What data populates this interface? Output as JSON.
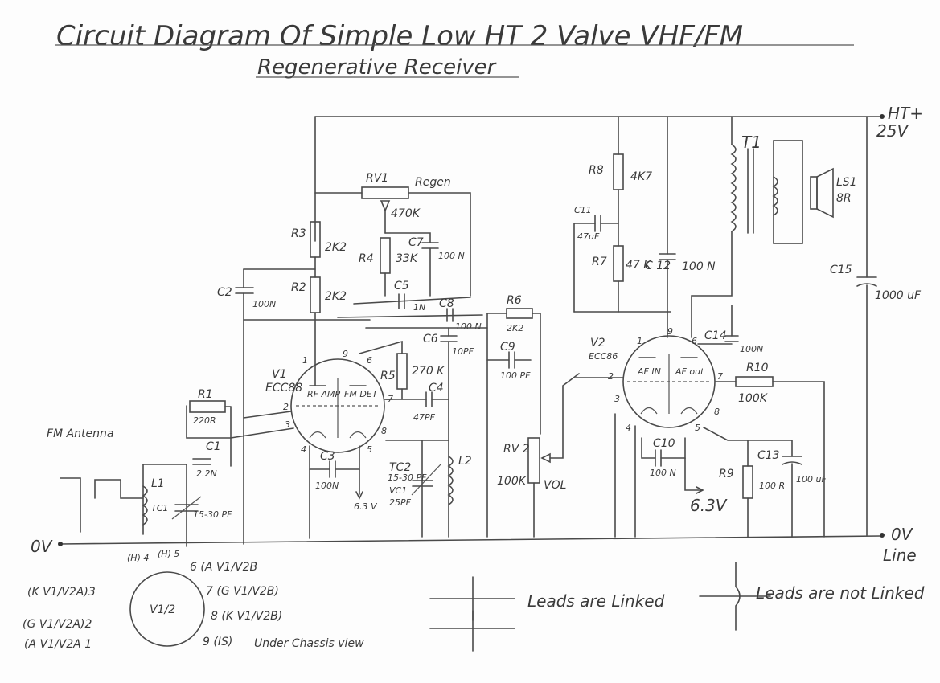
{
  "title": "Circuit Diagram Of Simple Low HT 2 Valve VHF/FM",
  "subtitle": "Regenerative Receiver",
  "rails": {
    "ht": "HT+",
    "ht_voltage": "25V",
    "zero_top": "0V",
    "zero_right": "0V",
    "line": "Line"
  },
  "antenna": "FM Antenna",
  "components": {
    "R1": {
      "ref": "R1",
      "value": "220R"
    },
    "C1": {
      "ref": "C1",
      "value": "2.2N"
    },
    "L1": {
      "ref": "L1"
    },
    "TC1": {
      "ref": "TC1",
      "value": "15-30 PF"
    },
    "C2": {
      "ref": "C2",
      "value": "100N"
    },
    "R2": {
      "ref": "R2",
      "value": "2K2"
    },
    "R3": {
      "ref": "R3",
      "value": "2K2"
    },
    "RV1": {
      "ref": "RV1",
      "name": "Regen",
      "value": "470K"
    },
    "R4": {
      "ref": "R4",
      "value": "33K"
    },
    "C7": {
      "ref": "C7",
      "value": "100 N"
    },
    "C5": {
      "ref": "C5",
      "value": "1N"
    },
    "C8": {
      "ref": "C8",
      "value": "100 N"
    },
    "C6": {
      "ref": "C6",
      "value": "10PF"
    },
    "R5": {
      "ref": "R5",
      "value": "270 K"
    },
    "C4": {
      "ref": "C4",
      "value": "47PF"
    },
    "C3": {
      "ref": "C3",
      "value": "100N"
    },
    "TC2": {
      "ref": "TC2",
      "value": "15-30 PF"
    },
    "VC1": {
      "ref": "VC1",
      "value": "25PF"
    },
    "L2": {
      "ref": "L2"
    },
    "R6": {
      "ref": "R6",
      "value": "2K2"
    },
    "C9": {
      "ref": "C9",
      "value": "100 PF"
    },
    "RV2": {
      "ref": "RV 2",
      "value": "100K",
      "name": "VOL"
    },
    "R8": {
      "ref": "R8",
      "value": "4K7"
    },
    "C11": {
      "ref": "C11",
      "value": "47uF"
    },
    "R7": {
      "ref": "R7",
      "value": "47 K"
    },
    "C12": {
      "ref": "C 12",
      "value": "100 N"
    },
    "T1": {
      "ref": "T1"
    },
    "LS1": {
      "ref": "LS1",
      "value": "8R"
    },
    "C15": {
      "ref": "C15",
      "value": "1000 uF"
    },
    "C14": {
      "ref": "C14",
      "value": "100N"
    },
    "R10": {
      "ref": "R10",
      "value": "100K"
    },
    "C10": {
      "ref": "C10",
      "value": "100 N"
    },
    "C13": {
      "ref": "C13",
      "value": "100 uF"
    },
    "R9": {
      "ref": "R9",
      "value": "100 R"
    }
  },
  "valves": {
    "v1": {
      "ref": "V1",
      "type": "ECC88",
      "left": "RF AMP",
      "right": "FM DET",
      "pins": [
        "1",
        "9",
        "6",
        "2",
        "3",
        "7",
        "4",
        "5",
        "8"
      ]
    },
    "v2": {
      "ref": "V2",
      "type": "ECC86",
      "left": "AF IN",
      "right": "AF out",
      "pins": [
        "1",
        "9",
        "6",
        "2",
        "7",
        "3",
        "8",
        "4",
        "5"
      ]
    }
  },
  "heaters": {
    "v1": "6.3 V",
    "v2": "6.3V"
  },
  "pinout": {
    "center": "V1/2",
    "p1": "(A V1/V2A 1",
    "p2": "(G V1/V2A)2",
    "p3": "(K V1/V2A)3",
    "p4": "(H) 4",
    "p5": "(H) 5",
    "p6": "6 (A V1/V2B",
    "p7": "7 (G V1/V2B)",
    "p8": "8 (K V1/V2B)",
    "p9": "9 (IS)",
    "view": "Under Chassis view"
  },
  "legend": {
    "linked": "Leads are Linked",
    "not_linked": "Leads are not Linked"
  }
}
